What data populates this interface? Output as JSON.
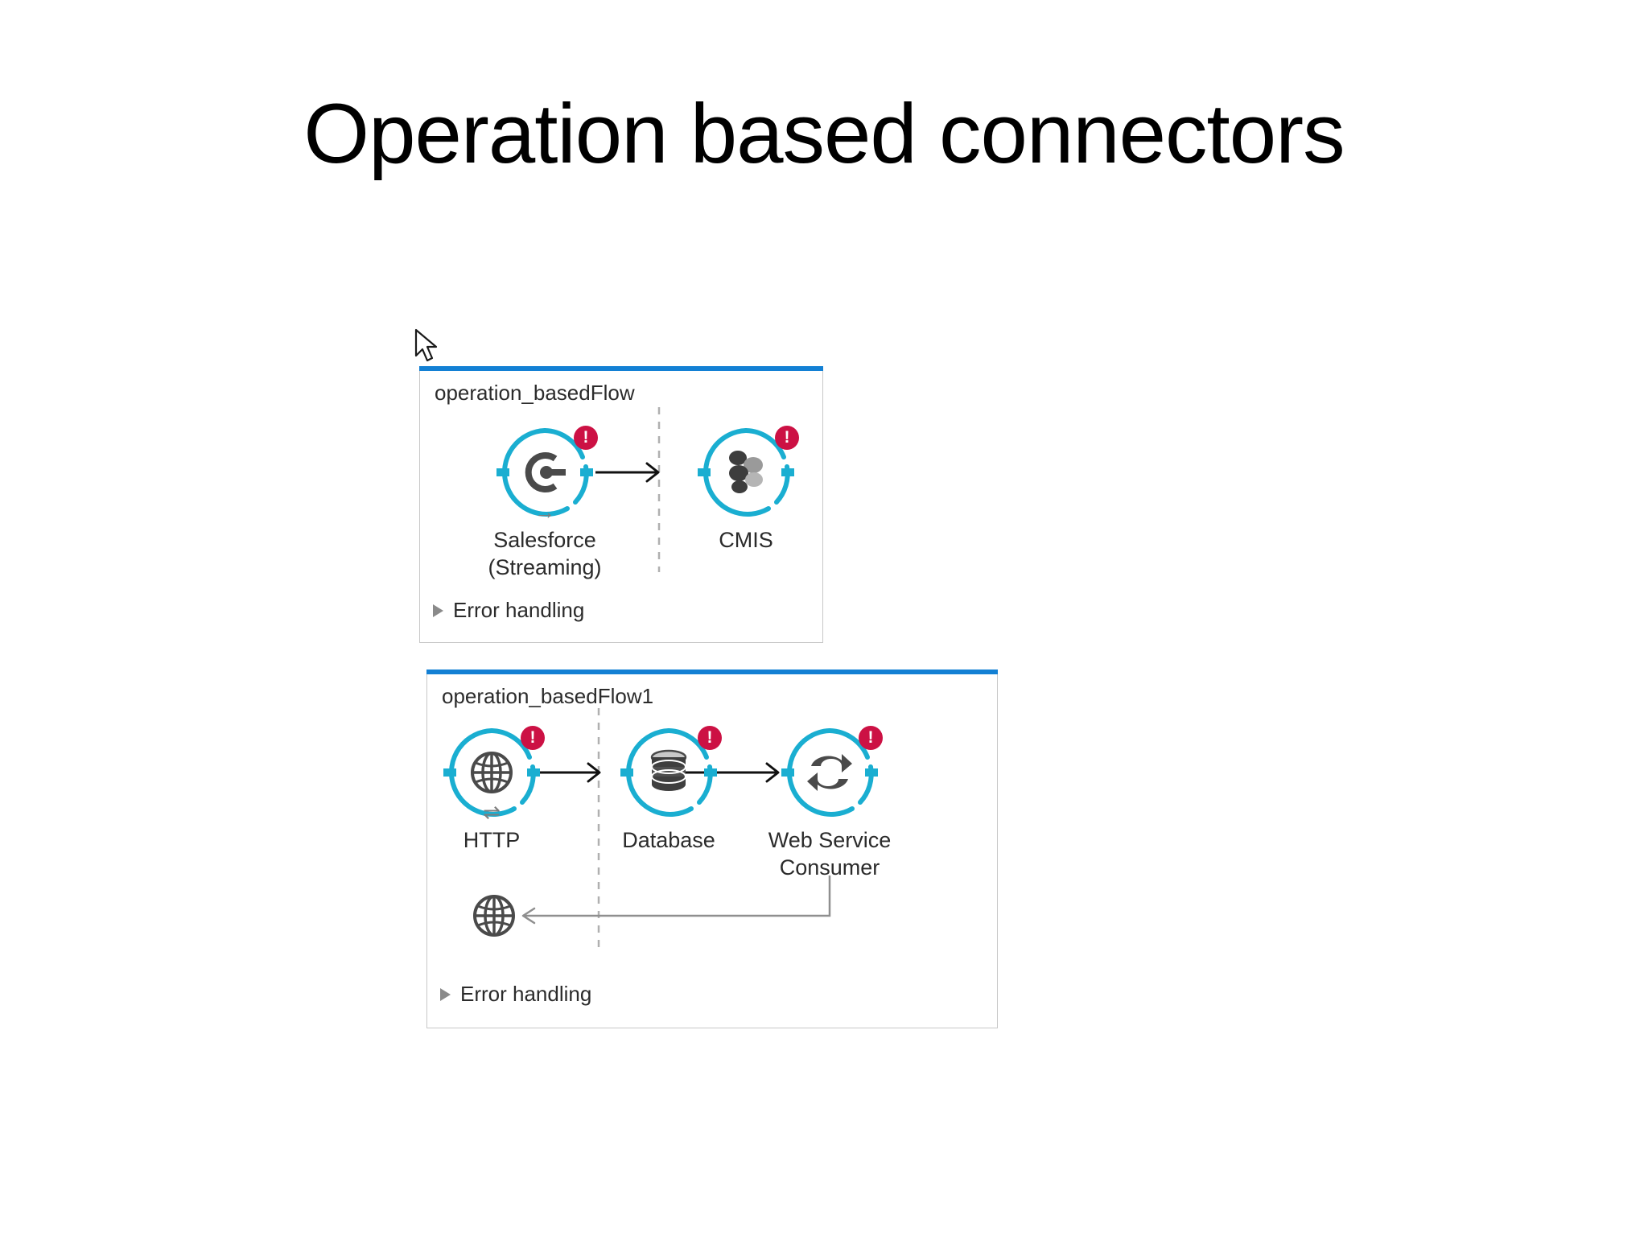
{
  "slide": {
    "title": "Operation based connectors"
  },
  "cursor": {
    "icon": "mouse-pointer-icon"
  },
  "flows": [
    {
      "id": "flow1",
      "title": "operation_basedFlow",
      "error_handling_label": "Error handling",
      "error_handling_expanded": false,
      "nodes": [
        {
          "name": "salesforce-streaming",
          "label": "Salesforce\n(Streaming)",
          "label_line1": "Salesforce",
          "label_line2": "(Streaming)",
          "icon": "salesforce-icon",
          "status": "error",
          "badge": "!",
          "sub_arrow": "→",
          "type": "source"
        },
        {
          "name": "cmis",
          "label": "CMIS",
          "label_line1": "CMIS",
          "label_line2": "",
          "icon": "cmis-icon",
          "status": "error",
          "badge": "!",
          "sub_arrow": "",
          "type": "operation"
        }
      ]
    },
    {
      "id": "flow2",
      "title": "operation_basedFlow1",
      "error_handling_label": "Error handling",
      "error_handling_expanded": false,
      "nodes": [
        {
          "name": "http",
          "label": "HTTP",
          "label_line1": "HTTP",
          "label_line2": "",
          "icon": "globe-icon",
          "status": "error",
          "badge": "!",
          "sub_arrow": "⇌",
          "type": "listener"
        },
        {
          "name": "database",
          "label": "Database",
          "label_line1": "Database",
          "label_line2": "",
          "icon": "database-icon",
          "status": "error",
          "badge": "!",
          "sub_arrow": "",
          "type": "operation"
        },
        {
          "name": "web-service-consumer",
          "label": "Web Service\nConsumer",
          "label_line1": "Web Service",
          "label_line2": "Consumer",
          "icon": "exchange-arrows-icon",
          "status": "error",
          "badge": "!",
          "sub_arrow": "",
          "type": "operation"
        }
      ],
      "response_node": {
        "name": "http-response",
        "icon": "globe-icon",
        "label": ""
      }
    }
  ],
  "colors": {
    "panel_header_blue": "#1380d4",
    "node_ring_cyan": "#1aaed1",
    "error_badge_red": "#cc1144",
    "glyph_dark_gray": "#4a4a4a",
    "connector_black": "#111111",
    "divider_gray": "#b0b0b0",
    "panel_border_gray": "#c8c8c8",
    "text_dark": "#2b2b2b"
  }
}
